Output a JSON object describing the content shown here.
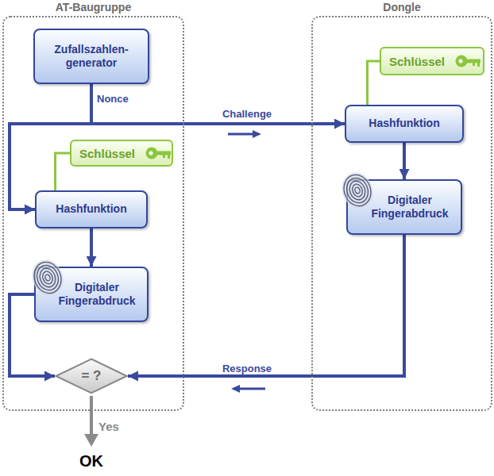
{
  "diagram": {
    "nodes": [
      {
        "text": [
          "AT-Baugruppe"
        ]
      },
      {
        "text": [
          "Zufallszahlen- generator"
        ],
        "in": 0
      },
      {
        "text": [
          "Schlüssel"
        ],
        "in": 0
      },
      {
        "text": [
          "Hashfunktion"
        ],
        "in": 0
      },
      {
        "text": [
          "Digitaler Fingerabdruck"
        ],
        "in": 0
      },
      {
        "text": [
          "= ?"
        ],
        "in": 0
      },
      {
        "text": [
          "Dongle"
        ]
      },
      {
        "text": [
          "Schlüssel"
        ],
        "in": 6
      },
      {
        "text": [
          "Hashfunktion"
        ],
        "in": 6
      },
      {
        "text": [
          "Digitaler Fingerabdruck"
        ],
        "in": 6
      }
    ],
    "edges": [
      {
        "from": 1,
        "to": 3,
        "arrow": "to",
        "label": "Nonce"
      },
      {
        "from": 1,
        "to": 8,
        "arrow": "to",
        "label": "Challenge"
      },
      {
        "from": 2,
        "to": 3,
        "arrow": "none"
      },
      {
        "from": 3,
        "to": 4,
        "arrow": "to"
      },
      {
        "from": 4,
        "to": 5,
        "arrow": "to"
      },
      {
        "from": 7,
        "to": 8,
        "arrow": "none"
      },
      {
        "from": 8,
        "to": 9,
        "arrow": "to"
      },
      {
        "from": 9,
        "to": 5,
        "arrow": "to",
        "label": "Response"
      }
    ],
    "labels": [
      "Yes",
      "OK"
    ]
  }
}
